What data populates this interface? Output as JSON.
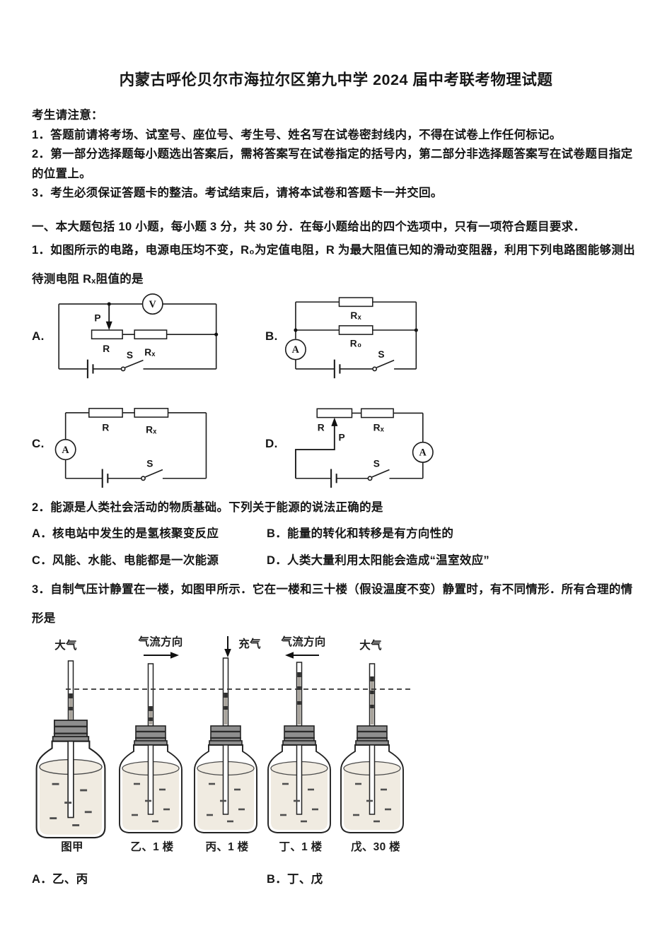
{
  "title": "内蒙古呼伦贝尔市海拉尔区第九中学 2024 届中考联考物理试题",
  "notice": {
    "heading": "考生请注意：",
    "items": [
      "1．答题前请将考场、试室号、座位号、考生号、姓名写在试卷密封线内，不得在试卷上作任何标记。",
      "2．第一部分选择题每小题选出答案后，需将答案写在试卷指定的括号内，第二部分非选择题答案写在试卷题目指定的位置上。",
      "3．考生必须保证答题卡的整洁。考试结束后，请将本试卷和答题卡一并交回。"
    ]
  },
  "section": {
    "heading": "一、本大题包括 10 小题，每小题 3 分，共 30 分．在每小题给出的四个选项中，只有一项符合题目要求．"
  },
  "q1": {
    "line1": "1．如图所示的电路，电源电压均不变，R₀为定值电阻，R 为最大阻值已知的滑动变阻器，利用下列电路图能够测出",
    "line2": "待测电阻 Rₓ阻值的是",
    "circuits": {
      "a": {
        "label": "A.",
        "meter": "V",
        "p": "P",
        "r": "R",
        "rx": "Rₓ",
        "s": "S"
      },
      "b": {
        "label": "B.",
        "meter": "A",
        "rx": "Rₓ",
        "r0": "R₀",
        "s": "S"
      },
      "c": {
        "label": "C.",
        "meter": "A",
        "r": "R",
        "rx": "Rₓ",
        "s": "S"
      },
      "d": {
        "label": "D.",
        "meter": "A",
        "r": "R",
        "rx": "Rₓ",
        "p": "P",
        "s": "S"
      }
    }
  },
  "q2": {
    "text": "2．能源是人类社会活动的物质基础。下列关于能源的说法正确的是",
    "options": [
      "A．核电站中发生的是氢核聚变反应",
      "B．能量的转化和转移是有方向性的",
      "C．风能、水能、电能都是一次能源",
      "D．人类大量利用太阳能会造成“温室效应”"
    ]
  },
  "q3": {
    "line1": "3．自制气压计静置在一楼，如图甲所示．它在一楼和三十楼（假设温度不变）静置时，有不同情形．所有合理的情",
    "line2": "形是",
    "figure": {
      "labels_top": [
        "大气",
        "气流方向",
        "充气",
        "气流方向",
        "大气"
      ],
      "labels_bottom": [
        "图甲",
        "乙、1 楼",
        "丙、1 楼",
        "丁、1 楼",
        "戊、30 楼"
      ]
    },
    "options": [
      "A．乙、丙",
      "B．丁、戊"
    ]
  }
}
